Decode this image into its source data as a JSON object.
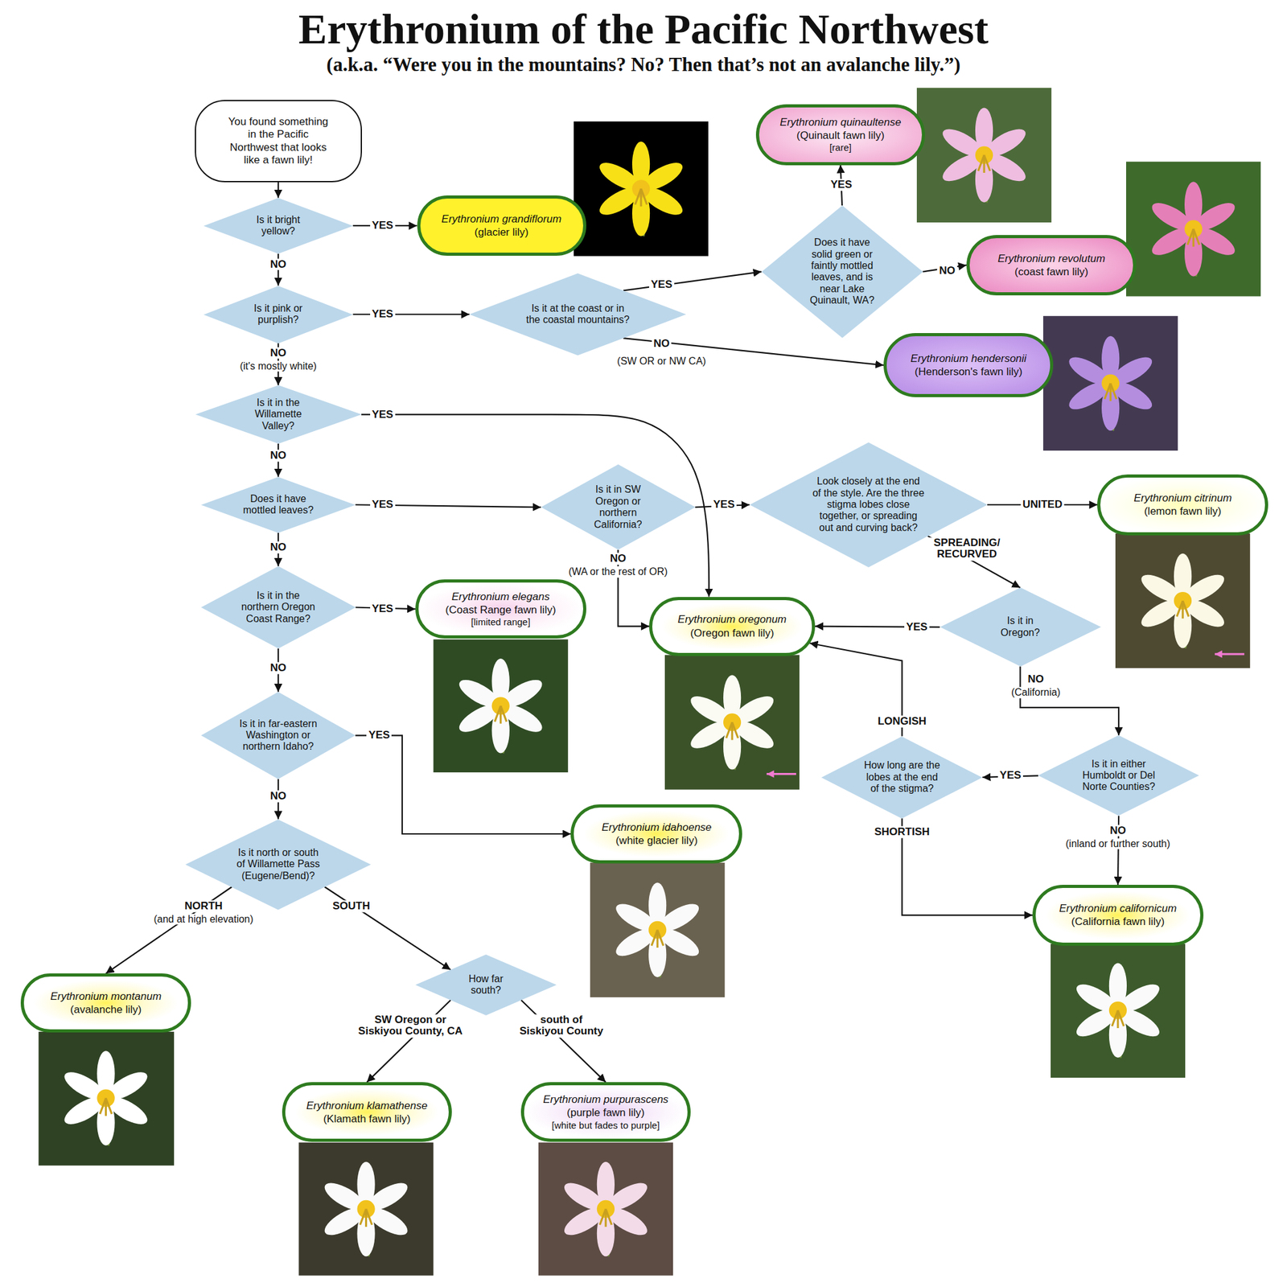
{
  "diagram": {
    "title": "Erythronium of the Pacific Northwest",
    "nodes": [
      {
        "text": [
          "You found something in the Pacific Northwest that looks like a fawn lily!"
        ]
      },
      {
        "text": [
          "Is it bright yellow?"
        ]
      },
      {
        "text": [
          "Erythronium grandiflorum",
          "(glacier lily)"
        ]
      },
      {
        "text": [
          "Erythronium quinaultense",
          "(Quinault fawn lily)",
          "[rare]"
        ]
      },
      {
        "text": [
          "Does it have solid green or faintly mottled leaves, and is near Lake Quinault, WA?"
        ]
      },
      {
        "text": [
          "Erythronium revolutum",
          "(coast fawn lily)"
        ]
      },
      {
        "text": [
          "Is it pink or purplish?"
        ]
      },
      {
        "text": [
          "Is it at the coast or in the coastal mountains?"
        ]
      },
      {
        "text": [
          "Erythronium hendersonii",
          "(Henderson's fawn lily)"
        ]
      },
      {
        "text": [
          "Is it in the Willamette Valley?"
        ]
      },
      {
        "text": [
          "Does it have mottled leaves?"
        ]
      },
      {
        "text": [
          "Is it in SW Oregon or northern California?"
        ]
      },
      {
        "text": [
          "Look closely at the end of the style. Are the three stigma lobes close together, or spreading out and curving back?"
        ]
      },
      {
        "text": [
          "Erythronium citrinum",
          "(lemon fawn lily)"
        ]
      },
      {
        "text": [
          "Is it in the northern Oregon Coast Range?"
        ]
      },
      {
        "text": [
          "Erythronium elegans",
          "(Coast Range fawn lily)",
          "[limited range]"
        ]
      },
      {
        "text": [
          "Erythronium oregonum",
          "(Oregon fawn lily)"
        ]
      },
      {
        "text": [
          "Is it in Oregon?"
        ]
      },
      {
        "text": [
          "Is it in far-eastern Washington or northern Idaho?"
        ]
      },
      {
        "text": [
          "Erythronium idahoense",
          "(white glacier lily)"
        ]
      },
      {
        "text": [
          "How long are the lobes at the end of the stigma?"
        ]
      },
      {
        "text": [
          "Is it in either Humboldt or Del Norte Counties?"
        ]
      },
      {
        "text": [
          "Is it north or south of Willamette Pass (Eugene/Bend)?"
        ]
      },
      {
        "text": [
          "Erythronium californicum",
          "(California fawn lily)"
        ]
      },
      {
        "text": [
          "Erythronium montanum",
          "(avalanche lily)"
        ]
      },
      {
        "text": [
          "How far south?"
        ]
      },
      {
        "text": [
          "Erythronium klamathense",
          "(Klamath fawn lily)"
        ]
      },
      {
        "text": [
          "Erythronium purpurascens",
          "(purple fawn lily)",
          "[white but fades to purple]"
        ]
      }
    ],
    "edges": [
      {
        "from": 0,
        "to": 1,
        "arrow": "to"
      },
      {
        "from": 1,
        "to": 2,
        "label": "YES",
        "arrow": "to"
      },
      {
        "from": 1,
        "to": 6,
        "label": "NO",
        "arrow": "to"
      },
      {
        "from": 6,
        "to": 7,
        "label": "YES",
        "arrow": "to"
      },
      {
        "from": 6,
        "to": 9,
        "label": "NO",
        "arrow": "to"
      },
      {
        "from": 7,
        "to": 4,
        "label": "YES",
        "arrow": "to"
      },
      {
        "from": 7,
        "to": 8,
        "label": "NO",
        "arrow": "to"
      },
      {
        "from": 4,
        "to": 3,
        "label": "YES",
        "arrow": "to"
      },
      {
        "from": 4,
        "to": 5,
        "label": "NO",
        "arrow": "to"
      },
      {
        "from": 9,
        "to": 10,
        "label": "NO",
        "arrow": "to"
      },
      {
        "from": 9,
        "to": 16,
        "label": "YES",
        "arrow": "to"
      },
      {
        "from": 10,
        "to": 11,
        "label": "YES",
        "arrow": "to"
      },
      {
        "from": 10,
        "to": 14,
        "label": "NO",
        "arrow": "to"
      },
      {
        "from": 11,
        "to": 12,
        "label": "YES",
        "arrow": "to"
      },
      {
        "from": 11,
        "to": 16,
        "label": "NO",
        "arrow": "to"
      },
      {
        "from": 12,
        "to": 13,
        "label": "UNITED",
        "arrow": "to"
      },
      {
        "from": 12,
        "to": 17,
        "label": "SPREADING/ RECURVED",
        "arrow": "to"
      },
      {
        "from": 17,
        "to": 16,
        "label": "YES",
        "arrow": "to"
      },
      {
        "from": 17,
        "to": 21,
        "label": "NO",
        "arrow": "to"
      },
      {
        "from": 21,
        "to": 20,
        "label": "YES",
        "arrow": "to"
      },
      {
        "from": 21,
        "to": 23,
        "label": "NO",
        "arrow": "to"
      },
      {
        "from": 20,
        "to": 16,
        "label": "LONGISH",
        "arrow": "to"
      },
      {
        "from": 20,
        "to": 23,
        "label": "SHORTISH",
        "arrow": "to"
      },
      {
        "from": 14,
        "to": 15,
        "label": "YES",
        "arrow": "to"
      },
      {
        "from": 14,
        "to": 18,
        "label": "NO",
        "arrow": "to"
      },
      {
        "from": 18,
        "to": 19,
        "label": "YES",
        "arrow": "to"
      },
      {
        "from": 18,
        "to": 22,
        "label": "NO",
        "arrow": "to"
      },
      {
        "from": 22,
        "to": 24,
        "label": "NORTH",
        "arrow": "to"
      },
      {
        "from": 22,
        "to": 25,
        "label": "SOUTH",
        "arrow": "to"
      },
      {
        "from": 25,
        "to": 26,
        "label": "SW Oregon or Siskiyou County, CA",
        "arrow": "to"
      },
      {
        "from": 25,
        "to": 27,
        "label": "south of Siskiyou County",
        "arrow": "to"
      }
    ],
    "labels": [
      "(a.k.a. “Were you in the mountains? No? Then that’s not an avalanche lily.”)",
      "(it's mostly white)",
      "(SW OR or NW CA)",
      "(WA or the rest of OR)",
      "(California)",
      "(inland or further south)",
      "(and at high elevation)"
    ]
  }
}
